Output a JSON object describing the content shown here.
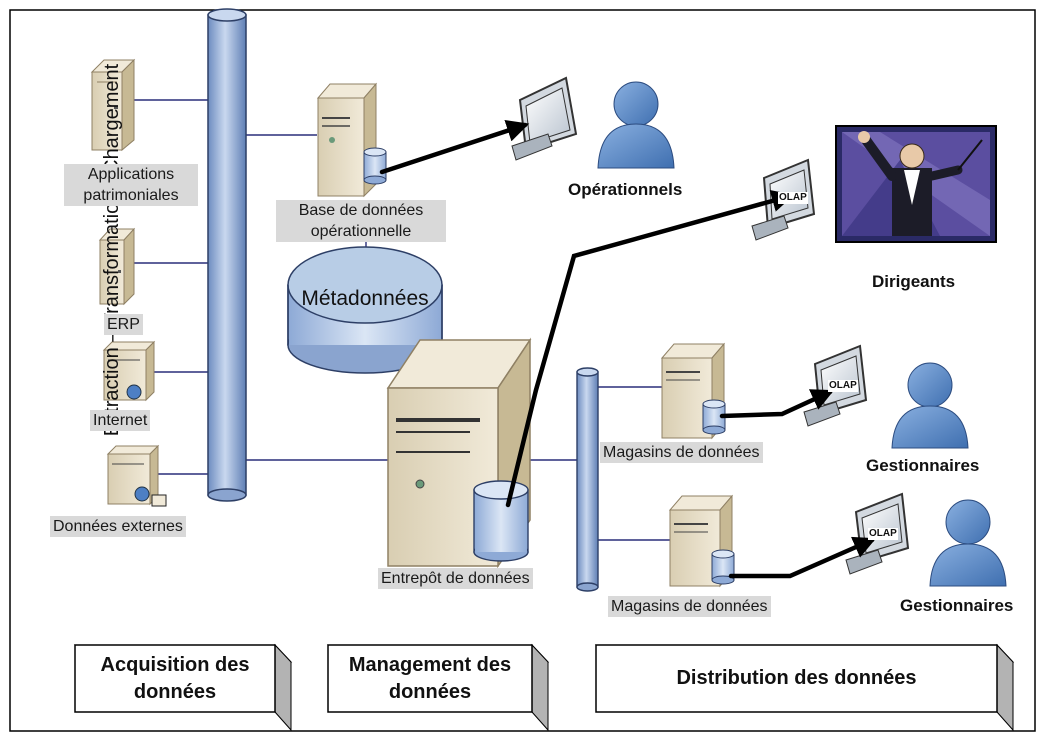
{
  "etl_pipe": {
    "label": "Extraction – Transformation - Chargement"
  },
  "sources": [
    {
      "label": "Applications patrimoniales"
    },
    {
      "label": "ERP"
    },
    {
      "label": "Internet"
    },
    {
      "label": "Données externes"
    }
  ],
  "operational_db": {
    "label": "Base de données opérationnelle"
  },
  "metadata": {
    "label": "Métadonnées"
  },
  "warehouse": {
    "label": "Entrepôt de données"
  },
  "datamarts": [
    {
      "label": "Magasins de données"
    },
    {
      "label": "Magasins de données"
    }
  ],
  "users": {
    "operationnels": "Opérationnels",
    "dirigeants": "Dirigeants",
    "gestionnaires_1": "Gestionnaires",
    "gestionnaires_2": "Gestionnaires"
  },
  "olap_label": "OLAP",
  "bands": {
    "acquisition": "Acquisition des données",
    "management": "Management des données",
    "distribution": "Distribution des données"
  },
  "colors": {
    "pipe": "#9bb5db",
    "cylinder": "#b8cde6",
    "server": "#e6dcc4",
    "person": "#5b8ccc",
    "connector": "#2a2f7a",
    "flow": "#000000"
  }
}
